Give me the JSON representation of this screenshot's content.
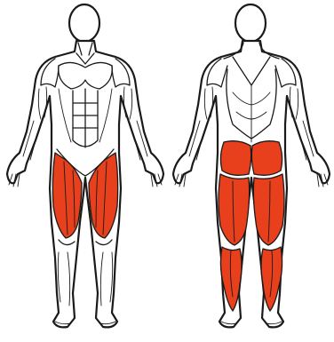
{
  "colors": {
    "highlight": "#e8401c",
    "outline": "#1a1a1a",
    "background": "#ffffff"
  },
  "figures": [
    {
      "view": "front",
      "highlighted_muscles": [
        "quadriceps-left",
        "quadriceps-right"
      ]
    },
    {
      "view": "back",
      "highlighted_muscles": [
        "glutes-left",
        "glutes-right",
        "hamstrings-left",
        "hamstrings-right",
        "calves-left",
        "calves-right"
      ]
    }
  ]
}
